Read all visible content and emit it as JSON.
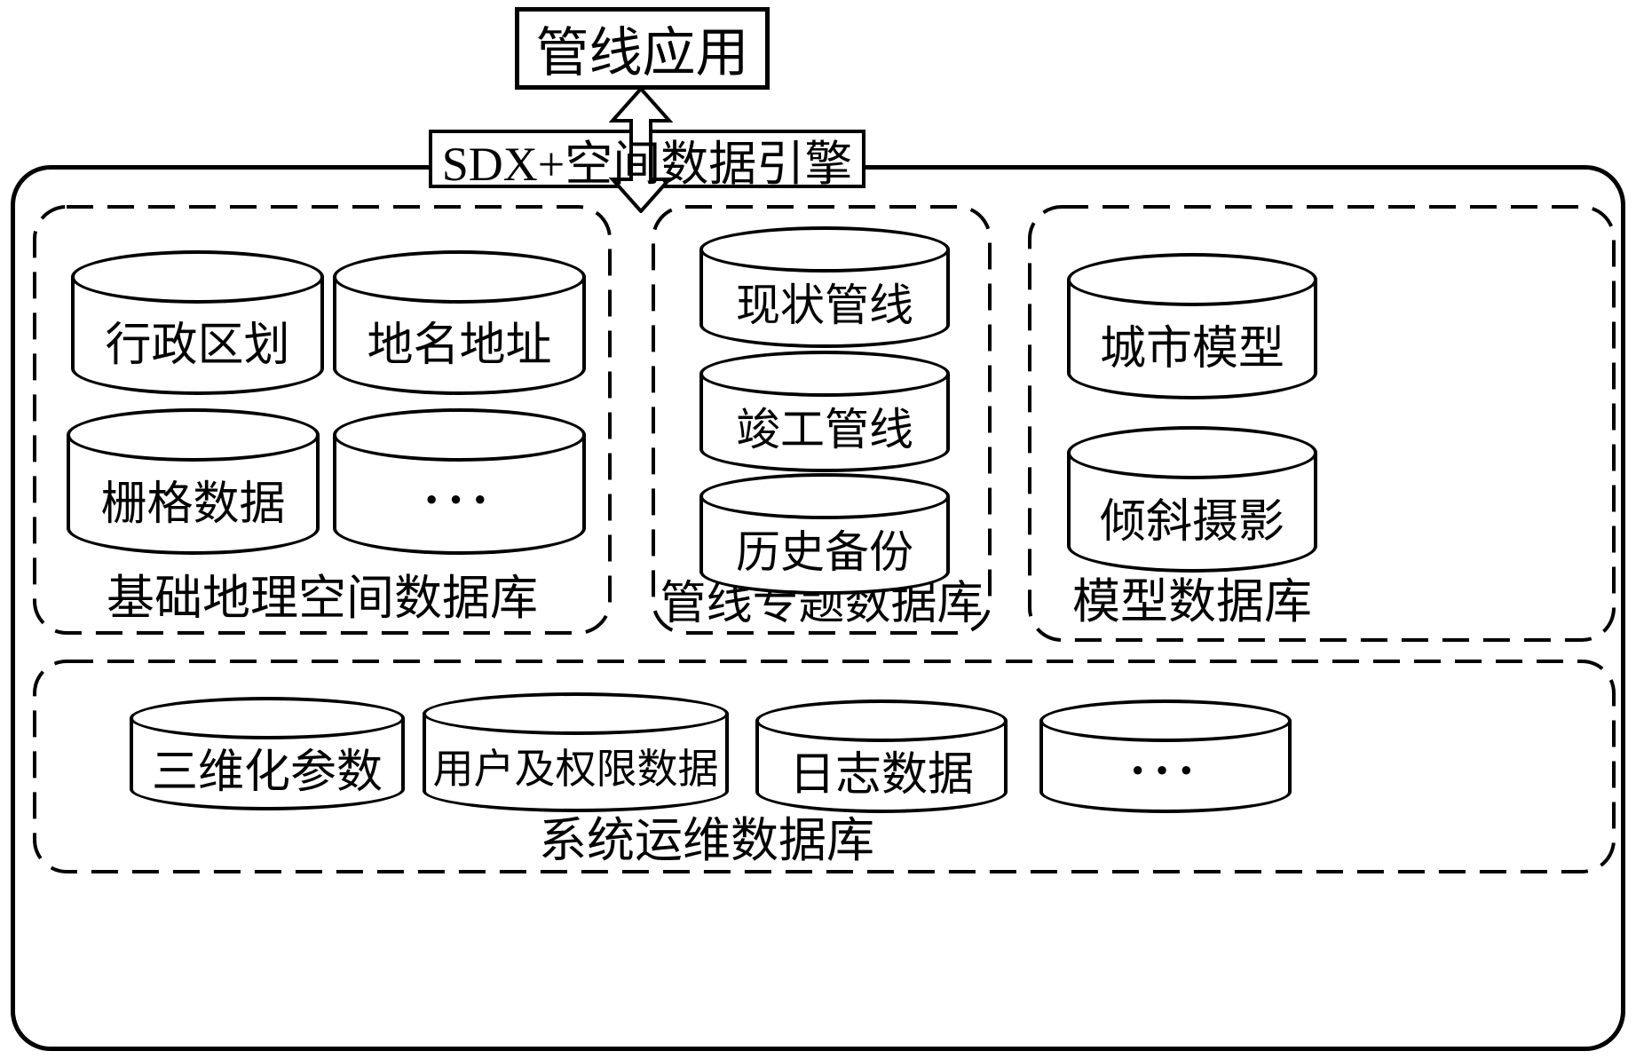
{
  "colors": {
    "line": "#000000",
    "background": "#ffffff"
  },
  "icons": {
    "flow_arrow": "double-headed-vertical-arrow"
  },
  "app_box": {
    "label": "管线应用"
  },
  "engine_box": {
    "label": "SDX+空间数据引擎"
  },
  "groups": {
    "base_geo": {
      "label": "基础地理空间数据库",
      "cylinders": [
        "行政区划",
        "地名地址",
        "栅格数据",
        "···"
      ]
    },
    "pipeline_theme": {
      "label": "管线专题数据库",
      "cylinders": [
        "现状管线",
        "竣工管线",
        "历史备份"
      ]
    },
    "model": {
      "label": "模型数据库",
      "cylinders": [
        "城市模型",
        "倾斜摄影"
      ]
    },
    "system_ops": {
      "label": "系统运维数据库",
      "cylinders": [
        "三维化参数",
        "用户及权限数据",
        "日志数据",
        "···"
      ]
    }
  }
}
